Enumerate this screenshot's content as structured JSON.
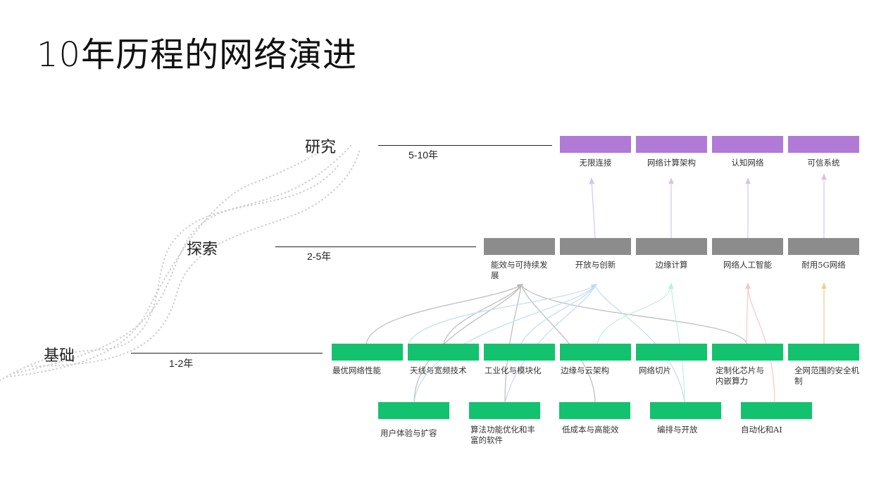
{
  "title": "10年历程的网络演进",
  "stages": [
    {
      "label": "研究",
      "period": "5-10年"
    },
    {
      "label": "探索",
      "period": "2-5年"
    },
    {
      "label": "基础",
      "period": "1-2年"
    }
  ],
  "colors": {
    "research": "#b07ad6",
    "explore": "#8c8c8c",
    "foundation": "#13c26f",
    "timeline": "#222222"
  },
  "research_items": [
    "无限连接",
    "网络计算架构",
    "认知网络",
    "可信系统"
  ],
  "explore_items": [
    "能效与可持续发展",
    "开放与创新",
    "边缘计算",
    "网络人工智能",
    "耐用5G网络"
  ],
  "foundation_items": [
    "最优网络性能",
    "天线与宽频技术",
    "工业化与模块化",
    "边缘与云架构",
    "网络切片",
    "定制化芯片与内嵌算力",
    "全网范围的安全机制"
  ],
  "bottom_items": [
    "用户体验与扩容",
    "算法功能优化和丰富的软件",
    "低成本与高能效",
    "编排与开放",
    "自动化和AI"
  ]
}
